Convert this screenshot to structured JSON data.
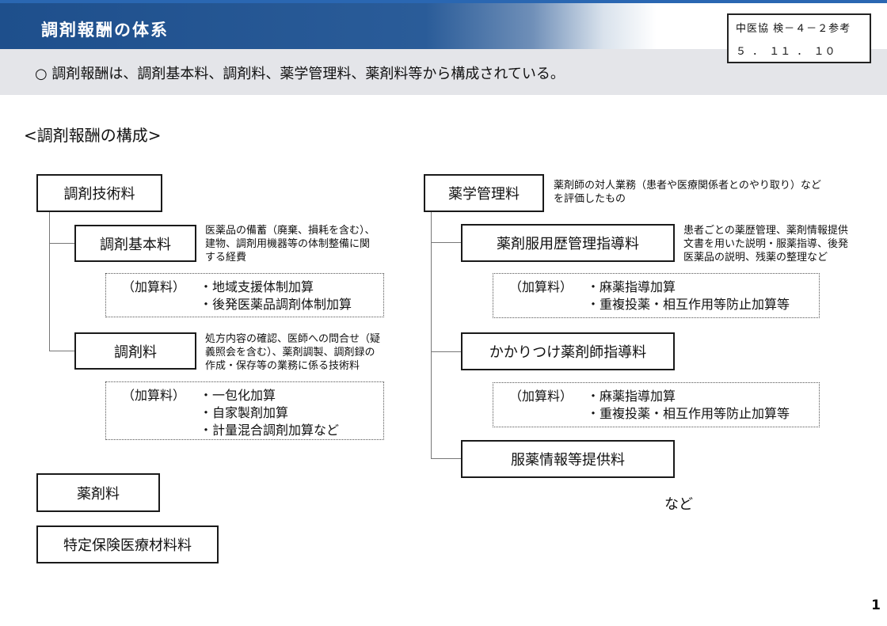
{
  "header": {
    "title": "調剤報酬の体系",
    "subtitle": "○ 調剤報酬は、調剤基本料、調剤料、薬学管理料、薬剤料等から構成されている。",
    "ref_line1": "中医協 検－４－２参考",
    "ref_line2": "５ ． １１ ． １０"
  },
  "section_heading": "<調剤報酬の構成>",
  "left": {
    "technical_fee": "調剤技術料",
    "basic_fee": {
      "label": "調剤基本料",
      "note": [
        "医薬品の備蓄（廃棄、損耗を含む）、",
        "建物、調剤用機器等の体制整備に関",
        "する経費"
      ],
      "addon_label": "（加算料）",
      "addons": [
        "・地域支援体制加算",
        "・後発医薬品調剤体制加算"
      ]
    },
    "dispensing_fee": {
      "label": "調剤料",
      "note": [
        "処方内容の確認、医師への問合せ（疑",
        "義照会を含む）、薬剤調製、調剤録の",
        "作成・保存等の業務に係る技術料"
      ],
      "addon_label": "（加算料）",
      "addons": [
        "・一包化加算",
        "・自家製剤加算",
        "・計量混合調剤加算など"
      ]
    },
    "drug_fee": "薬剤料",
    "material_fee": "特定保険医療材料料"
  },
  "right": {
    "management_fee": {
      "label": "薬学管理料",
      "note": [
        "薬剤師の対人業務（患者や医療関係者とのやり取り）など",
        "を評価したもの"
      ]
    },
    "medication_history": {
      "label": "薬剤服用歴管理指導料",
      "note": [
        "患者ごとの薬歴管理、薬剤情報提供",
        "文書を用いた説明・服薬指導、後発",
        "医薬品の説明、残薬の整理など"
      ],
      "addon_label": "（加算料）",
      "addons": [
        "・麻薬指導加算",
        "・重複投薬・相互作用等防止加算等"
      ]
    },
    "family_pharmacist": {
      "label": "かかりつけ薬剤師指導料",
      "addon_label": "（加算料）",
      "addons": [
        "・麻薬指導加算",
        "・重複投薬・相互作用等防止加算等"
      ]
    },
    "drug_info": {
      "label": "服薬情報等提供料"
    },
    "etc": "など"
  },
  "page_number": "1"
}
